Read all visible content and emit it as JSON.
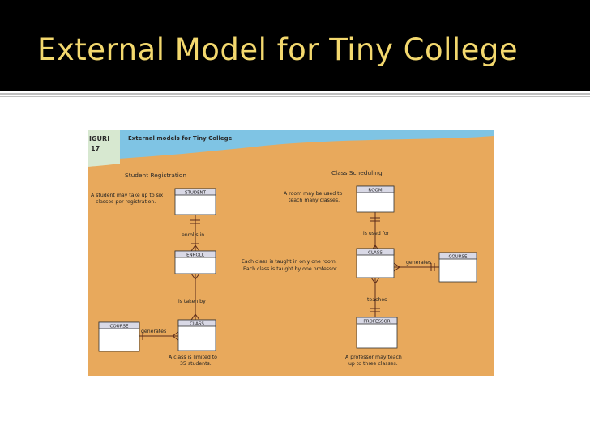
{
  "slide": {
    "title": "External Model for Tiny College"
  },
  "figure": {
    "figure_tag": "IGURI",
    "figure_number": "17",
    "caption": "External models for Tiny College",
    "colors": {
      "background": "#e8a95c",
      "header_band": "#7fc4e4",
      "entity_fill": "#ffffff",
      "entity_header": "#d9d9e6",
      "line": "#5a2a1a"
    },
    "left_view": {
      "heading": "Student Registration",
      "note_top": [
        "A student may take up to six",
        "classes per registration."
      ],
      "relationships": {
        "enrolls_in": "enrolls in",
        "is_taken_by": "is taken by",
        "generates": "generates"
      },
      "entities": {
        "student": "STUDENT",
        "enroll": "ENROLL",
        "class": "CLASS",
        "course": "COURSE"
      },
      "note_bottom": [
        "A class is limited to",
        "35 students."
      ]
    },
    "right_view": {
      "heading": "Class Scheduling",
      "note_top": [
        "A room may be used to",
        "teach many classes."
      ],
      "relationships": {
        "is_used_for": "is used for",
        "generates": "generates",
        "teaches": "teaches"
      },
      "entities": {
        "room": "ROOM",
        "class": "CLASS",
        "course": "COURSE",
        "professor": "PROFESSOR"
      },
      "note_middle": [
        "Each class is taught in only one room.",
        "Each class is taught by one professor."
      ],
      "note_bottom": [
        "A professor may teach",
        "up to three classes."
      ]
    }
  }
}
